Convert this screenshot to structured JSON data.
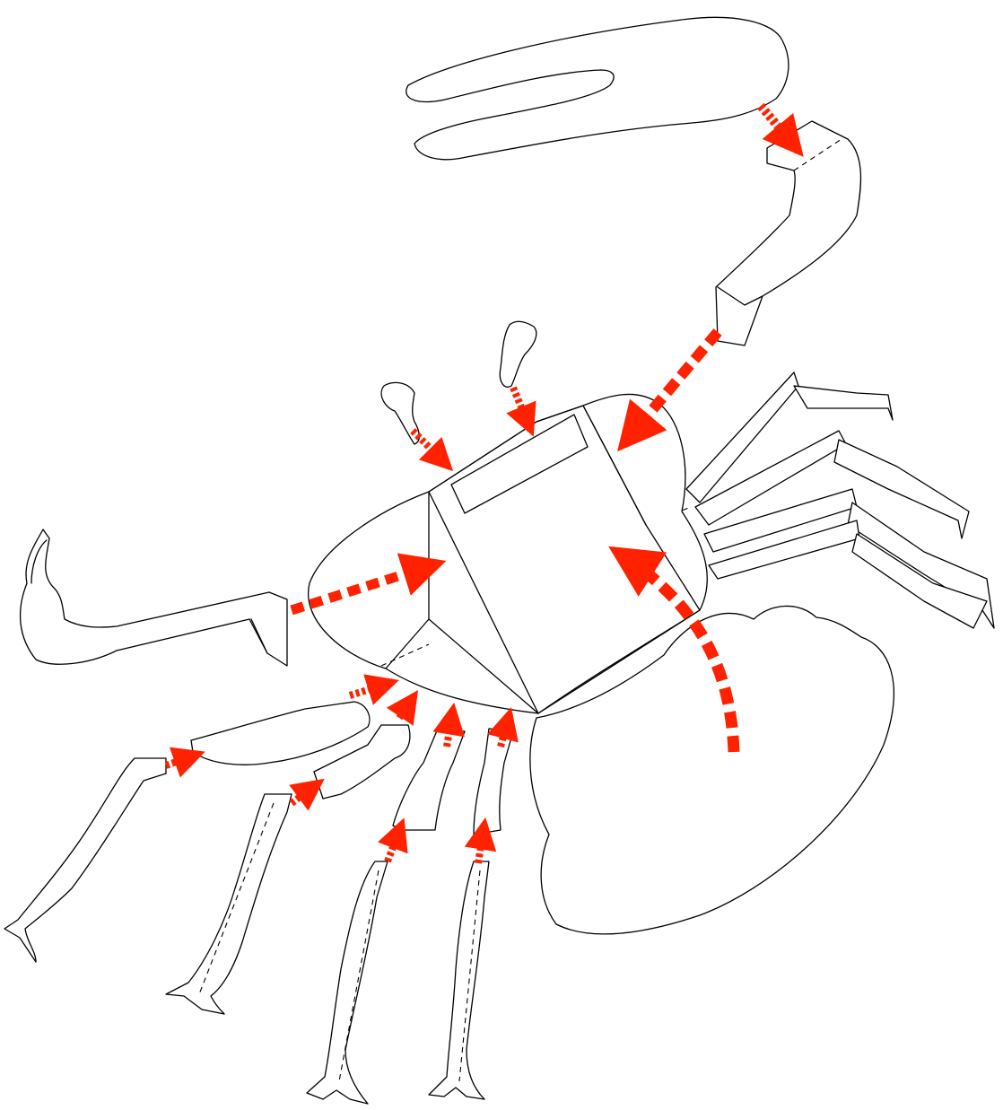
{
  "diagram": {
    "kind": "exploded-anatomy",
    "subject": "crab",
    "colors": {
      "outline": "#000000",
      "arrow": "#ff2200",
      "background": "#ffffff"
    },
    "arrow_style": "dashed-red-assembly-arrows",
    "parts": [
      "large-claw",
      "large-claw-carpus",
      "large-claw-merus",
      "small-claw",
      "eyestalk-left",
      "eyestalk-right",
      "carapace",
      "abdomen",
      "walking-leg-1",
      "walking-leg-2",
      "walking-leg-3",
      "walking-leg-4",
      "right-walking-legs"
    ]
  }
}
